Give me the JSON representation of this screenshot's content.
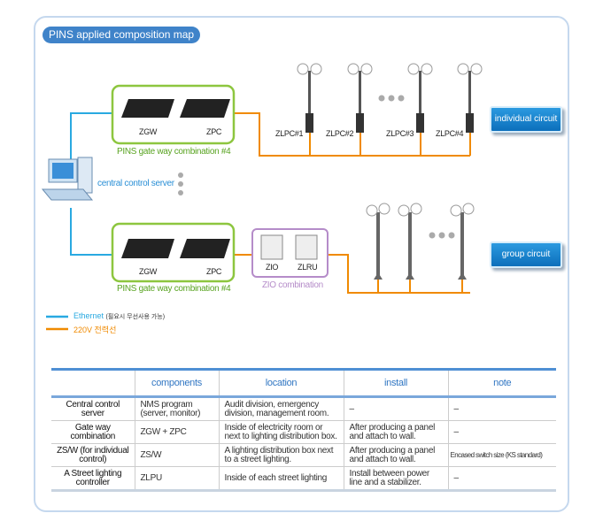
{
  "title": "PINS applied composition map",
  "server": {
    "label": "central control server"
  },
  "gateway_top": {
    "devices": [
      "ZGW",
      "ZPC"
    ],
    "caption": "PINS gate way combination #4"
  },
  "gateway_bottom": {
    "devices": [
      "ZGW",
      "ZPC"
    ],
    "caption": "PINS gate way combination #4"
  },
  "zio": {
    "devices": [
      "ZIO",
      "ZLRU"
    ],
    "caption": "ZIO combination"
  },
  "controllers": [
    "ZLPC#1",
    "ZLPC#2",
    "ZLPC#3",
    "ZLPC#4"
  ],
  "buttons": {
    "individual": "individual circuit",
    "group": "group circuit"
  },
  "legend": {
    "ethernet": "Ethernet",
    "ethernet_note": "(필요시 무선사용 가능)",
    "power": "220V 전력선"
  },
  "colors": {
    "ethernet": "#29a9e1",
    "power": "#f08a00",
    "gateway_border": "#8dc63f",
    "zio_border": "#b58cc9",
    "accent": "#3f83c9"
  },
  "table": {
    "headers": [
      "",
      "components",
      "location",
      "install",
      "note"
    ],
    "rows": [
      [
        "Central control server",
        "NMS program (server, monitor)",
        "Audit division, emergency division, management room.",
        "–",
        "–"
      ],
      [
        "Gate way combination",
        "ZGW + ZPC",
        "Inside of electricity room or next to lighting distribution box.",
        "After producing a panel and attach to wall.",
        "–"
      ],
      [
        "ZS/W (for individual control)",
        "ZS/W",
        "A lighting distribution box next to a street lighting.",
        "After producing a panel and attach to wall.",
        "Encased switch size (KS standard)"
      ],
      [
        "A Street lighting controller",
        "ZLPU",
        "Inside of each street lighting",
        "Install between power line and a stabilizer.",
        "–"
      ]
    ]
  }
}
